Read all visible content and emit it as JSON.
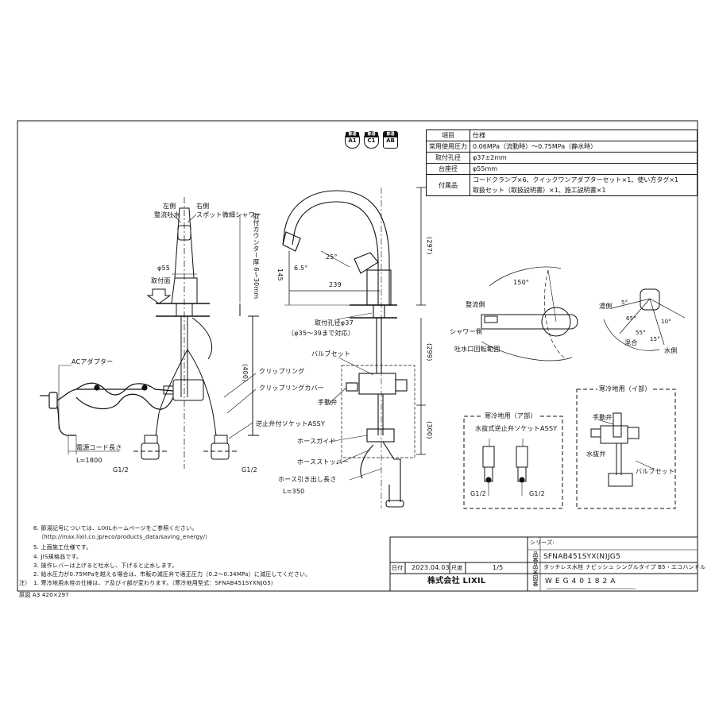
{
  "badges": [
    {
      "top": "節湯",
      "code": "A1"
    },
    {
      "top": "節湯",
      "code": "C1"
    },
    {
      "top": "節湯",
      "code": "AB"
    }
  ],
  "spec_table": {
    "header": [
      "項目",
      "仕様"
    ],
    "rows": [
      [
        "常用使用圧力",
        "0.06MPa（流動時）～0.75MPa（静水時）"
      ],
      [
        "取付孔径",
        "φ37±2mm"
      ],
      [
        "台座径",
        "φ55mm"
      ],
      [
        "付属品",
        "コードクランプ×6、クイックワンアダプターセット×1、使い方タグ×1",
        "取扱セット（取扱説明書）×1、施工説明書×1"
      ]
    ]
  },
  "front_view": {
    "left_label": "左側",
    "left_sub": "整流吐水",
    "right_label": "右側",
    "right_sub": "スポット微細シャワー",
    "counter_thickness": "取付カウンター厚 6～30mm",
    "base_dia": "φ55",
    "mount_face": "取付面",
    "ac_adapter": "ACアダプター",
    "clip_ring": "クリップリング",
    "clip_ring_cover": "クリップリングカバー",
    "check_valve_socket": "逆止弁付ソケットASSY",
    "power_cord_length": "電源コード長さ",
    "power_cord_value": "L=1800",
    "g_left": "G1/2",
    "g_right": "G1/2",
    "dim_400": "(400)"
  },
  "side_view": {
    "dim_145": "145",
    "dim_25deg": "25°",
    "dim_65": "6.5°",
    "dim_239": "239",
    "dim_297": "(297)",
    "mount_hole": "取付孔径φ37",
    "mount_hole_note": "（φ35～39まで対応）",
    "valve_set": "バルブセット",
    "manual_valve": "手動弁",
    "hose_guide": "ホースガイド",
    "hose_stopper": "ホースストッパー",
    "hose_pull": "ホース引き出し長さ",
    "hose_pull_value": "L=350",
    "dim_299": "(299)",
    "dim_300": "(300)"
  },
  "top_view": {
    "angle_150": "150°",
    "flow_straight": "整流側",
    "shower_side": "シャワー側",
    "spout_rotation": "吐水口回転範囲",
    "hot_side": "湯側",
    "mixed": "混合",
    "water_side": "水側",
    "a5": "5°",
    "a65": "65°",
    "a10": "10°",
    "a55": "55°",
    "a15": "15°"
  },
  "cold_a": {
    "title": "寒冷地用（ア部）",
    "socket": "水抜式逆止弁ソケットASSY",
    "g_left": "G1/2",
    "g_right": "G1/2"
  },
  "cold_i": {
    "title": "寒冷地用（イ部）",
    "manual_valve": "手動弁",
    "drain_valve": "水抜弁",
    "valve_set": "バルブセット"
  },
  "notes": [
    "6. 節湯記号については、LIXILホームページをご参照ください。",
    "（http://inax.lixil.co.jp/eco/products_data/saving_energy/）",
    "5. 上面施工仕様です。",
    "4. JIS規格品です。",
    "3. 操作レバーは上げると吐水し、下げると止水します。",
    "2. 給水圧力が0.75MPaを越える場合は、市販の減圧弁で適正圧力（0.2～0.34MPa）に減圧してください。",
    "1. 寒冷地用水栓の仕様は、ア及びイ部が変わります。（寒冷地用型式：SFNAB451SYXNJG5）",
    "注）"
  ],
  "paper_size": "原図  A3  420×297",
  "title_block": {
    "series_label": "シリーズ:",
    "model_label": "品番",
    "model": "SFNAB451SYX(N)JG5",
    "date_label": "日付",
    "date": "2023.04.03",
    "scale_label": "尺度",
    "scale": "1/5",
    "name_label": "品名",
    "name": "タッチレス水栓 ナビッシュ シングルタイプ B5・エコハンドル",
    "company": "株式会社 LIXIL",
    "drawing_label": "図番",
    "drawing_no": "WEG40182A"
  }
}
